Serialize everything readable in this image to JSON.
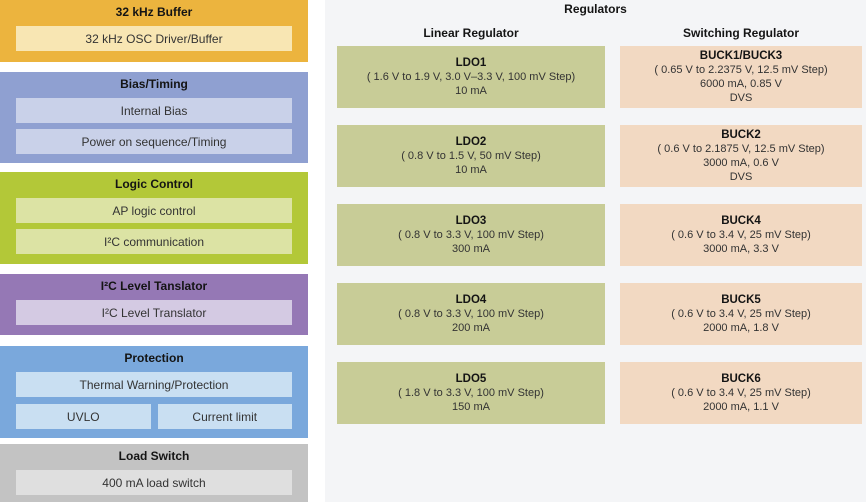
{
  "colors": {
    "buffer_block": "#ecb43e",
    "buffer_inner": "#f8e6b3",
    "bias_block": "#8fa0d1",
    "bias_inner": "#c9d1e9",
    "logic_block": "#b3c838",
    "logic_inner": "#dce3a4",
    "translator_block": "#9578b5",
    "translator_inner": "#d4cae3",
    "protection_block": "#7aa8dc",
    "protection_inner": "#c9dff2",
    "loadswitch_block": "#c3c3c3",
    "loadswitch_inner": "#dfdfdf",
    "ldo_box": "#c8cc97",
    "buck_box": "#f2d9c2",
    "panel_bg": "#f4f5f7",
    "page_bg": "#ffffff",
    "text": "#262626"
  },
  "left_blocks": [
    {
      "title": "32 kHz Buffer",
      "items": [
        "32 kHz OSC Driver/Buffer"
      ]
    },
    {
      "title": "Bias/Timing",
      "items": [
        "Internal Bias",
        "Power on sequence/Timing"
      ]
    },
    {
      "title": "Logic Control",
      "items": [
        "AP logic control",
        "I²C communication"
      ]
    },
    {
      "title": "I²C Level Tanslator",
      "items": [
        "I²C Level Translator"
      ]
    },
    {
      "title": "Protection",
      "items": [
        "Thermal Warning/Protection"
      ],
      "split_items": [
        "UVLO",
        "Current limit"
      ]
    },
    {
      "title": "Load Switch",
      "items": [
        "400 mA load switch"
      ]
    }
  ],
  "regulators": {
    "title": "Regulators",
    "columns": [
      {
        "header": "Linear Regulator",
        "items": [
          {
            "name": "LDO1",
            "lines": [
              "( 1.6 V to 1.9 V, 3.0 V–3.3 V, 100 mV Step)",
              "10 mA"
            ]
          },
          {
            "name": "LDO2",
            "lines": [
              "( 0.8 V to 1.5 V, 50 mV Step)",
              "10 mA"
            ]
          },
          {
            "name": "LDO3",
            "lines": [
              "( 0.8 V to 3.3 V, 100 mV Step)",
              "300 mA"
            ]
          },
          {
            "name": "LDO4",
            "lines": [
              "( 0.8 V to 3.3 V, 100 mV Step)",
              "200 mA"
            ]
          },
          {
            "name": "LDO5",
            "lines": [
              "( 1.8 V to 3.3 V, 100 mV Step)",
              "150 mA"
            ]
          }
        ]
      },
      {
        "header": "Switching Regulator",
        "items": [
          {
            "name": "BUCK1/BUCK3",
            "lines": [
              "( 0.65 V to 2.2375 V, 12.5 mV Step)",
              "6000 mA, 0.85 V",
              "DVS"
            ]
          },
          {
            "name": "BUCK2",
            "lines": [
              "( 0.6 V to 2.1875 V, 12.5 mV Step)",
              "3000 mA, 0.6 V",
              "DVS"
            ]
          },
          {
            "name": "BUCK4",
            "lines": [
              "( 0.6 V to 3.4 V, 25 mV Step)",
              "3000 mA, 3.3 V"
            ]
          },
          {
            "name": "BUCK5",
            "lines": [
              "( 0.6 V to 3.4 V, 25 mV Step)",
              "2000 mA, 1.8 V"
            ]
          },
          {
            "name": "BUCK6",
            "lines": [
              "( 0.6 V to 3.4 V, 25 mV Step)",
              "2000 mA, 1.1 V"
            ]
          }
        ]
      }
    ]
  }
}
